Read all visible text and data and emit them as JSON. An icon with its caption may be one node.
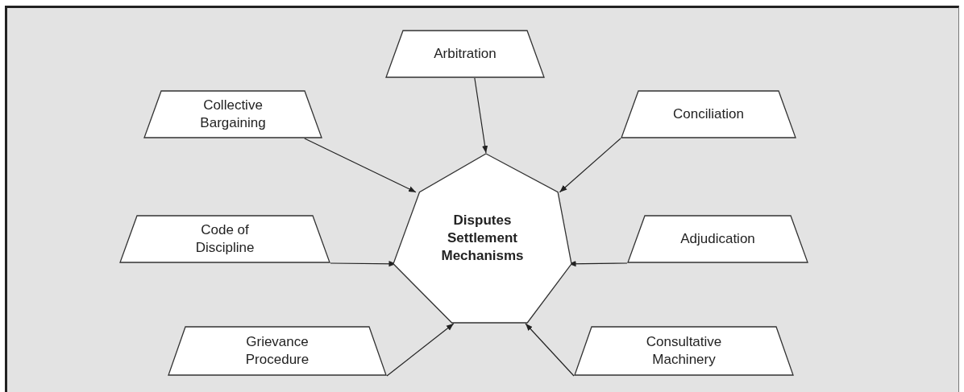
{
  "diagram": {
    "nodes": [
      {
        "text": [
          "Arbitration"
        ]
      },
      {
        "text": [
          "Collective Bargaining"
        ]
      },
      {
        "text": [
          "Conciliation"
        ]
      },
      {
        "text": [
          "Code of Discipline"
        ]
      },
      {
        "text": [
          "Adjudication"
        ]
      },
      {
        "text": [
          "Grievance Procedure"
        ]
      },
      {
        "text": [
          "Consultative Machinery"
        ]
      },
      {
        "text": [
          "Disputes Settlement Mechanisms"
        ]
      }
    ],
    "edges": [
      {
        "from": 0,
        "to": 7,
        "arrow": "to"
      },
      {
        "from": 1,
        "to": 7,
        "arrow": "to"
      },
      {
        "from": 2,
        "to": 7,
        "arrow": "to"
      },
      {
        "from": 3,
        "to": 7,
        "arrow": "to"
      },
      {
        "from": 4,
        "to": 7,
        "arrow": "to"
      },
      {
        "from": 5,
        "to": 7,
        "arrow": "to"
      },
      {
        "from": 6,
        "to": 7,
        "arrow": "to"
      }
    ]
  }
}
